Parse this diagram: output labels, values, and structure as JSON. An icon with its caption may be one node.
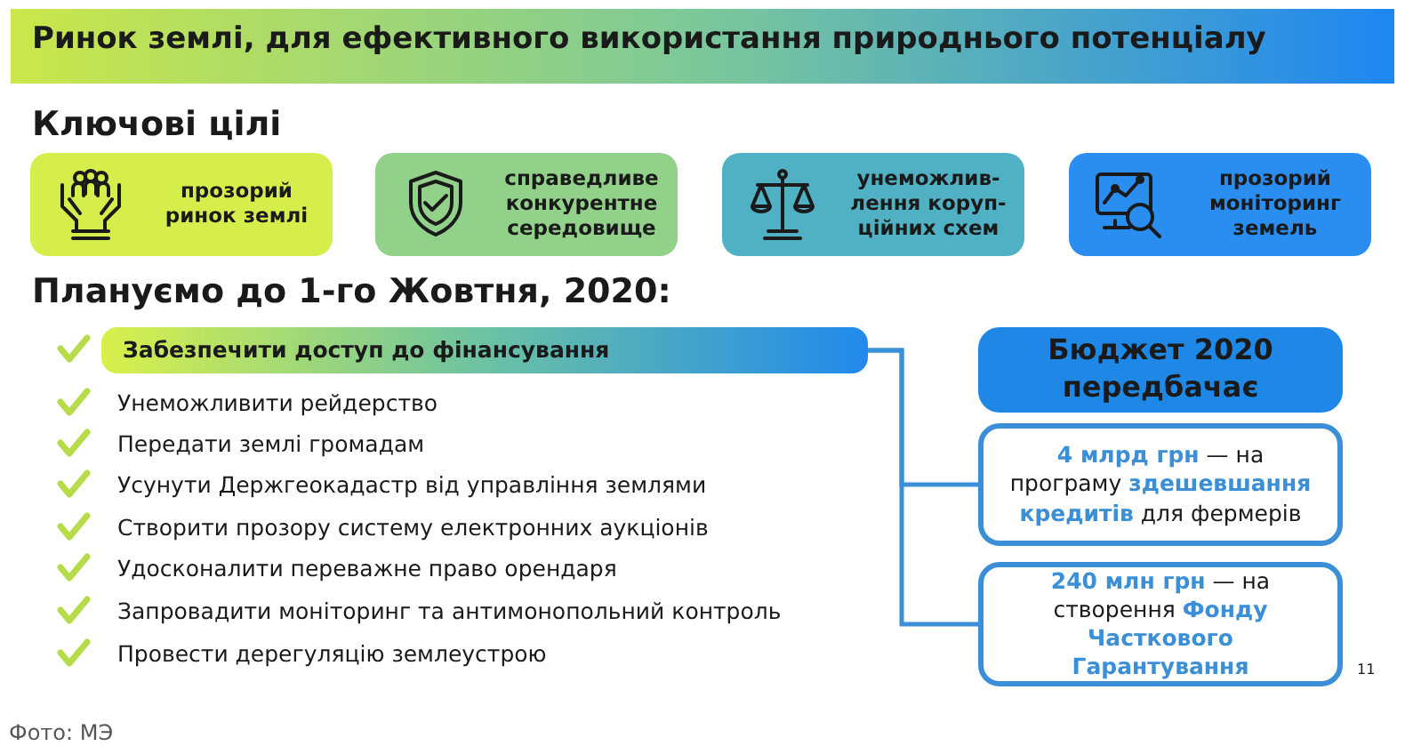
{
  "diagram": {
    "title": "Ринок землі, для ефективного використання природнього потенціалу",
    "nodes": [
      {
        "text": [
          "прозорий ринок землі"
        ]
      },
      {
        "text": [
          "справедливе конкурентне середовище"
        ]
      },
      {
        "text": [
          "унеможлив- лення коруп- ційних схем"
        ]
      },
      {
        "text": [
          "прозорий моніторинг земель"
        ]
      },
      {
        "text": [
          "Забезпечити доступ до фінансування"
        ]
      },
      {
        "text": [
          "Бюджет 2020 передбачає"
        ]
      },
      {
        "text": [
          "**4 млрд грн** — на програму **здешевшання кредитів** для фермерів"
        ]
      },
      {
        "text": [
          "**240 млн грн** — на створення **Фонду Часткового Гарантування**"
        ]
      }
    ],
    "edges": [
      {
        "from": 4,
        "to": 6,
        "arrow": "none"
      },
      {
        "from": 4,
        "to": 7,
        "arrow": "none"
      }
    ],
    "labels": [
      "Ключові цілі",
      "Плануємо до 1-го Жовтня, 2020:",
      "Унеможливити рейдерство",
      "Передати землі громадам",
      "Усунути Держгеокадастр від управління землями",
      "Створити прозору систему електронних аукціонів",
      "Удосконалити переважне право орендаря",
      "Запровадити моніторинг та антимонопольний контроль",
      "Провести дерегуляцію землеустрою",
      "11",
      "Фото: МЭ"
    ]
  }
}
